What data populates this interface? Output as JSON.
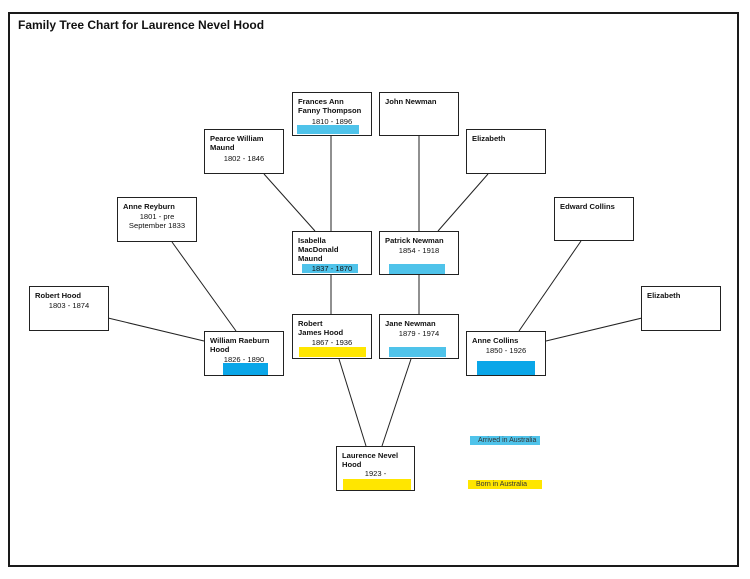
{
  "title": "Family Tree Chart for Laurence Nevel Hood",
  "colors": {
    "arrived_in_australia": "#4fc3ea",
    "born_in_australia": "#ffe600",
    "arrived_dark": "#0aa6e8",
    "frame": "#1a1a1a"
  },
  "people": {
    "frances": {
      "name": "Frances Ann Fanny Thompson",
      "dates": "1810 - 1896"
    },
    "john_newman": {
      "name": "John Newman",
      "dates": ""
    },
    "pearce": {
      "name": "Pearce William Maund",
      "dates": "1802 - 1846"
    },
    "elizabeth_top": {
      "name": "Elizabeth",
      "dates": ""
    },
    "anne_reyburn": {
      "name": "Anne Reyburn",
      "dates": "1801 - pre September 1833"
    },
    "edward_collins": {
      "name": "Edward Collins",
      "dates": ""
    },
    "isabella": {
      "name": "Isabella MacDonald Maund",
      "dates": "1837 - 1870"
    },
    "patrick": {
      "name": "Patrick Newman",
      "dates": "1854 - 1918"
    },
    "robert_hood": {
      "name": "Robert Hood",
      "dates": "1803 - 1874"
    },
    "elizabeth_right": {
      "name": "Elizabeth",
      "dates": ""
    },
    "robert_james": {
      "name": "Robert James Hood",
      "dates": "1867 - 1936"
    },
    "jane": {
      "name": "Jane Newman",
      "dates": "1879 - 1974"
    },
    "william": {
      "name": "William Raeburn Hood",
      "dates": "1826 - 1890"
    },
    "anne_collins": {
      "name": "Anne Collins",
      "dates": "1850 - 1926"
    },
    "laurence": {
      "name": "Laurence Nevel Hood",
      "dates": "1923 -"
    }
  },
  "legend": {
    "arrived": "Arrived in Australia",
    "born": "Born in Australia"
  }
}
